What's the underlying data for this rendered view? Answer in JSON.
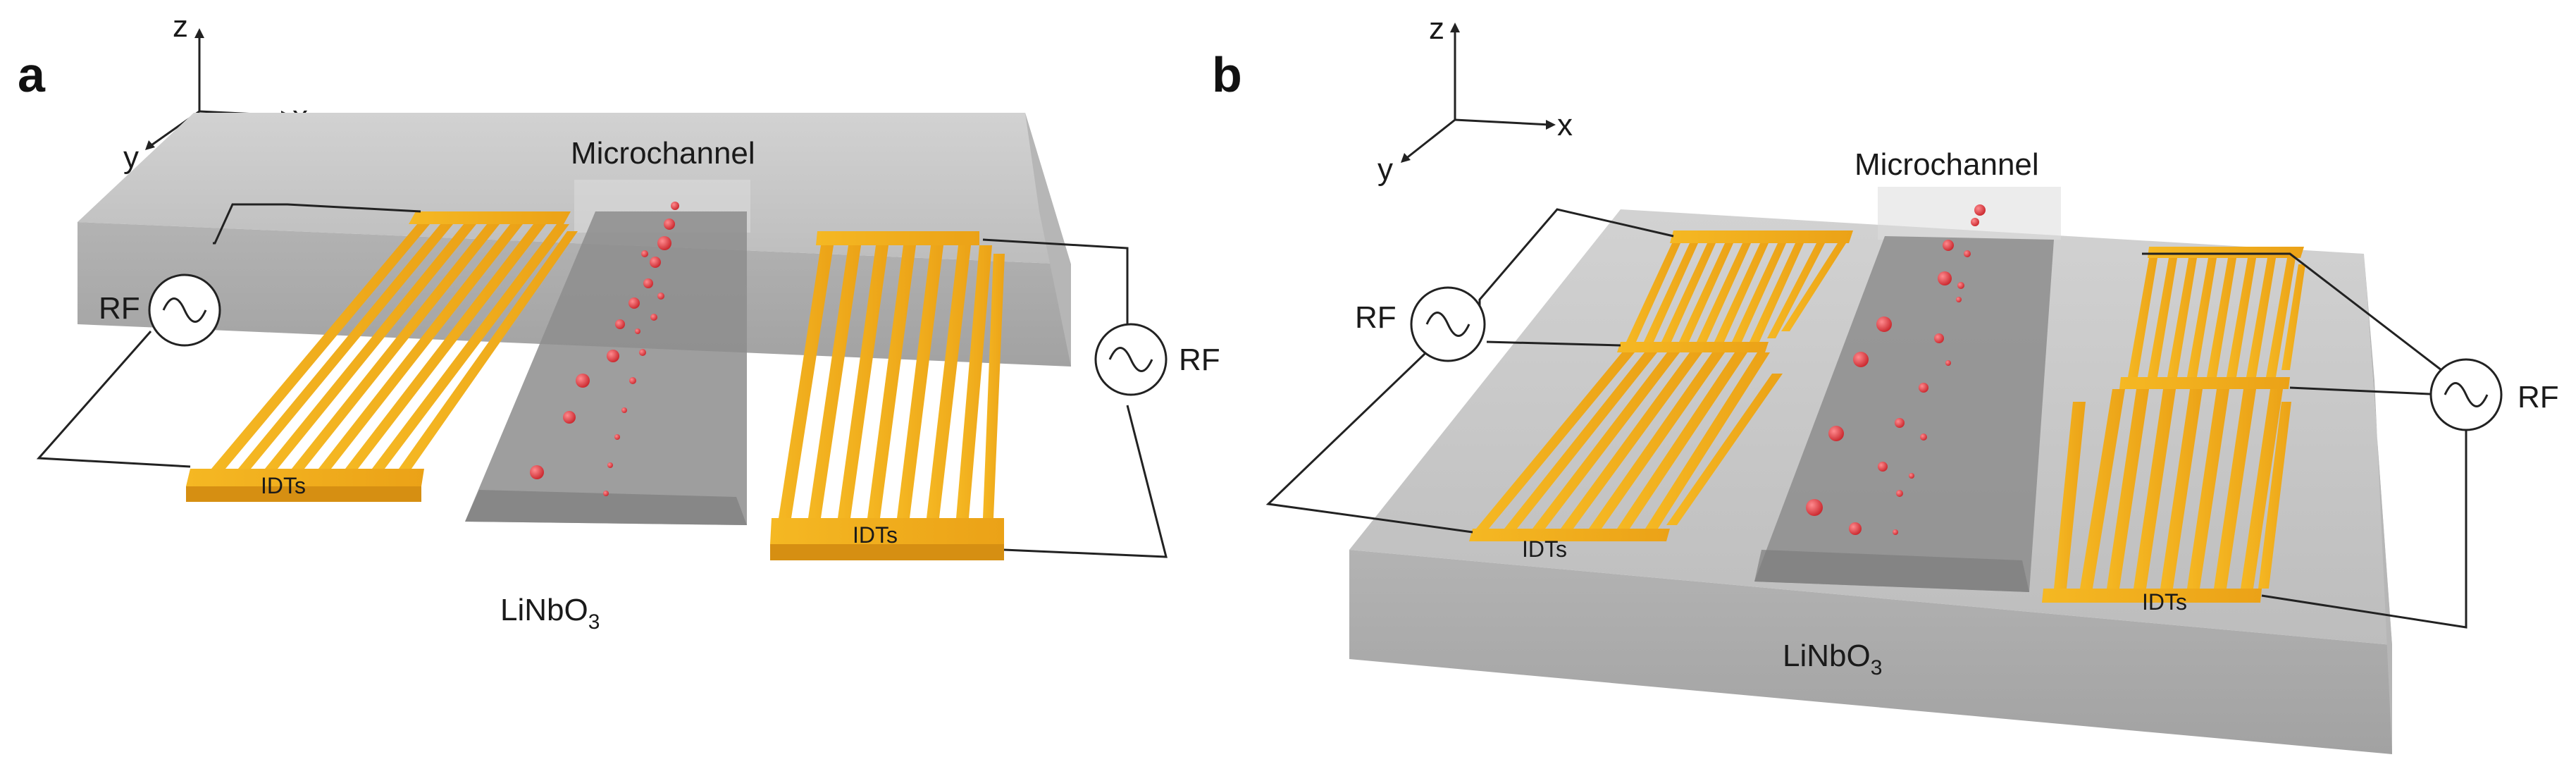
{
  "panels": [
    {
      "id": "a",
      "letter": "a",
      "axes": {
        "x": "x",
        "y": "y",
        "z": "z"
      },
      "channel_label": "Microchannel",
      "substrate_label": "LiNbO",
      "substrate_sub": "3",
      "source_left": "RF",
      "source_right": "RF",
      "idt_left": "IDTs",
      "idt_right": "IDTs"
    },
    {
      "id": "b",
      "letter": "b",
      "axes": {
        "x": "x",
        "y": "y",
        "z": "z"
      },
      "channel_label": "Microchannel",
      "substrate_label": "LiNbO",
      "substrate_sub": "3",
      "source_left": "RF",
      "source_right": "RF",
      "idt_left": "IDTs",
      "idt_right": "IDTs"
    }
  ],
  "colors": {
    "substrate_top": "#c9c9c9",
    "substrate_front": "#a9a9a9",
    "substrate_side": "#b8b8b8",
    "electrode": "#f2b01e",
    "electrode_dark": "#d08a10",
    "channel": "#8f8f8f",
    "particle": "#e0474c",
    "wire": "#222222"
  }
}
